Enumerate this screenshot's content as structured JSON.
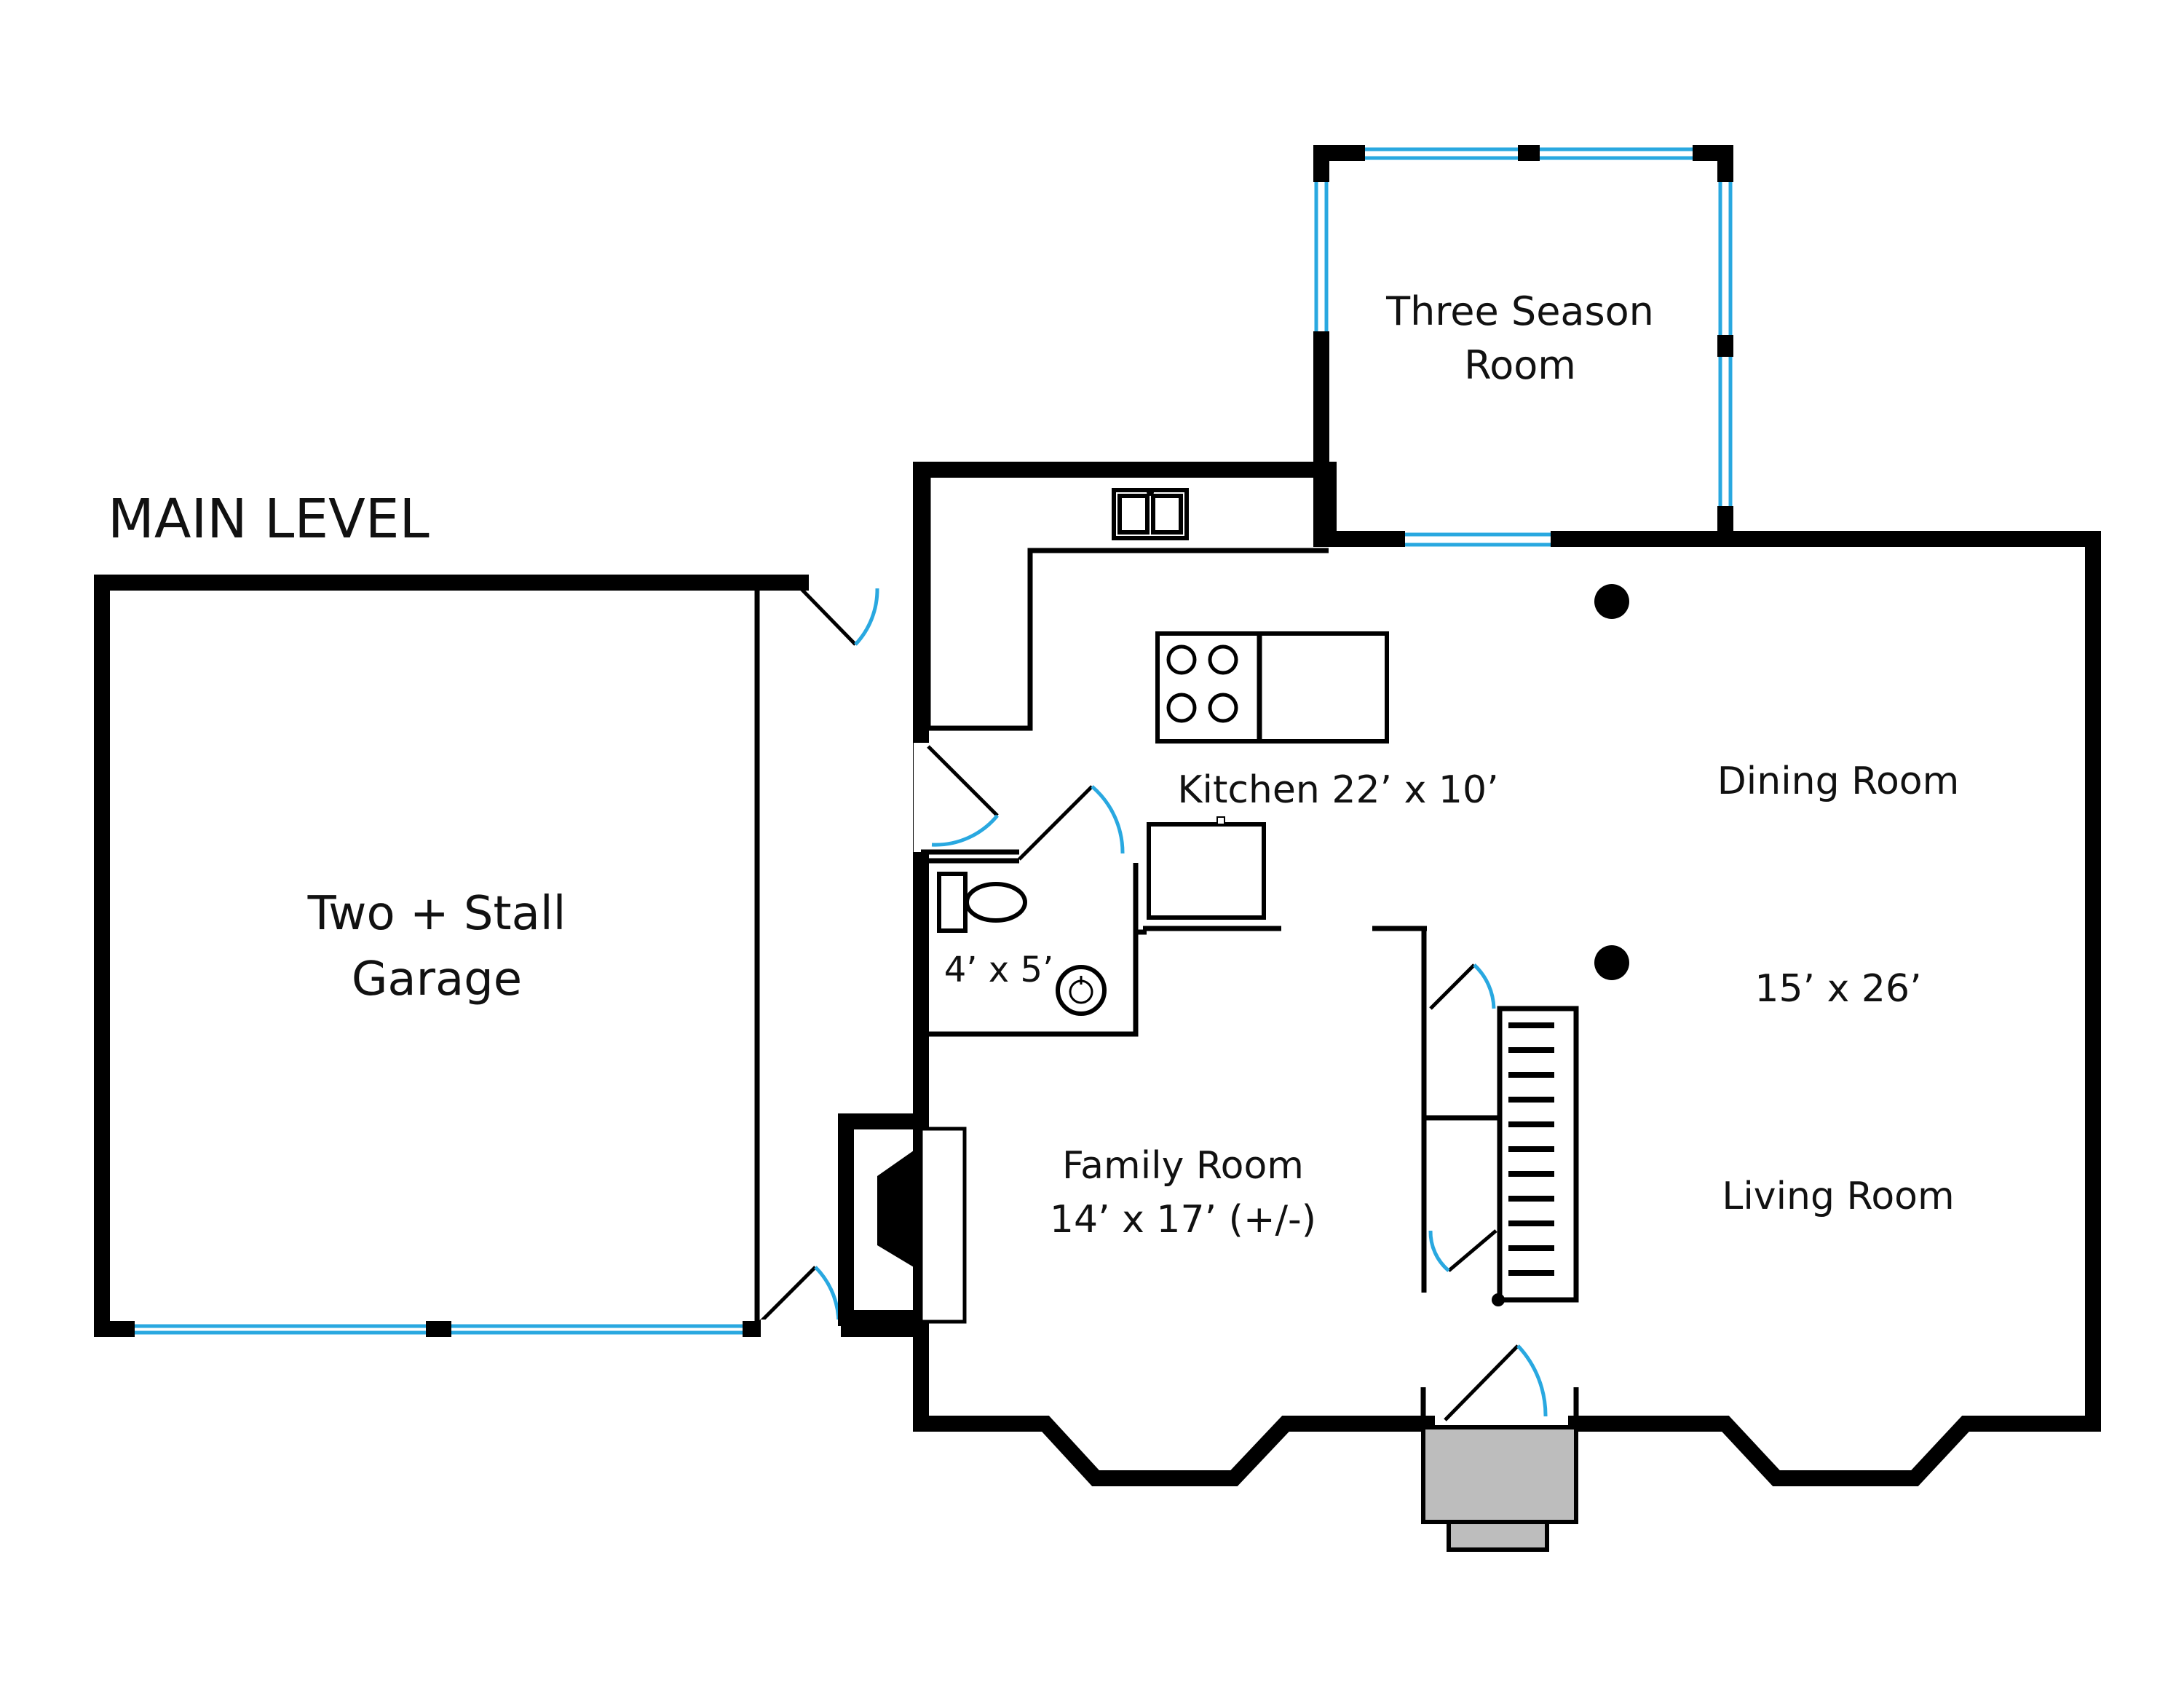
{
  "title": "MAIN LEVEL",
  "colors": {
    "wall": "#000000",
    "window": "#29a8e0",
    "door_swing": "#29a8e0",
    "stoop": "#bdbdbd",
    "background": "#ffffff"
  },
  "rooms": {
    "garage": {
      "line1": "Two + Stall",
      "line2": "Garage"
    },
    "three_season": {
      "line1": "Three Season",
      "line2": "Room"
    },
    "kitchen": {
      "label": "Kitchen 22’ x 10’"
    },
    "dining": {
      "label": "Dining Room"
    },
    "dining_size": {
      "label": "15’ x 26’"
    },
    "half_bath": {
      "label": "4’ x 5’"
    },
    "family": {
      "line1": "Family Room",
      "line2": "14’ x 17’ (+/-)"
    },
    "living": {
      "label": "Living Room"
    }
  },
  "icons": {
    "sink": "kitchen-sink-icon",
    "range": "cooktop-icon",
    "fridge": "refrigerator-icon",
    "toilet": "toilet-icon",
    "bath_sink": "bath-sink-icon",
    "stairs": "staircase-icon",
    "fireplace": "fireplace-icon",
    "column": "column-icon"
  }
}
